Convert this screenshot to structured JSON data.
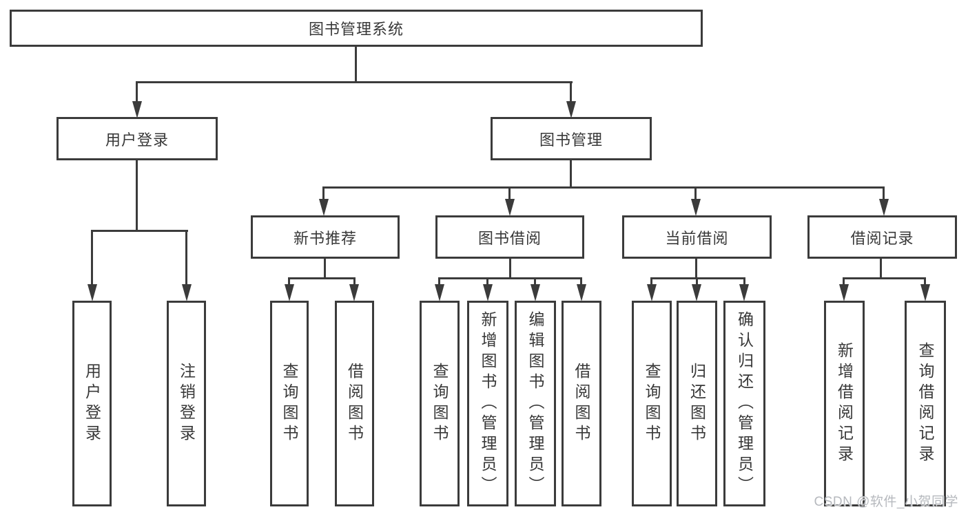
{
  "tree": {
    "label": "图书管理系统",
    "children": [
      {
        "label": "用户登录",
        "children": [
          {
            "label": "用户登录"
          },
          {
            "label": "注销登录"
          }
        ]
      },
      {
        "label": "图书管理",
        "children": [
          {
            "label": "新书推荐",
            "children": [
              {
                "label": "查询图书"
              },
              {
                "label": "借阅图书"
              }
            ]
          },
          {
            "label": "图书借阅",
            "children": [
              {
                "label": "查询图书"
              },
              {
                "label": "新增图书（管理员）"
              },
              {
                "label": "编辑图书（管理员）"
              },
              {
                "label": "借阅图书"
              }
            ]
          },
          {
            "label": "当前借阅",
            "children": [
              {
                "label": "查询图书"
              },
              {
                "label": "归还图书"
              },
              {
                "label": "确认归还（管理员）"
              }
            ]
          },
          {
            "label": "借阅记录",
            "children": [
              {
                "label": "新增借阅记录"
              },
              {
                "label": "查询借阅记录"
              }
            ]
          }
        ]
      }
    ]
  },
  "watermark": {
    "text": "CSDN @软件_小贺同学"
  },
  "colors": {
    "line": "#3b3b3b",
    "text": "#383838",
    "watermark": "#b6b9be",
    "background": "#ffffff"
  }
}
